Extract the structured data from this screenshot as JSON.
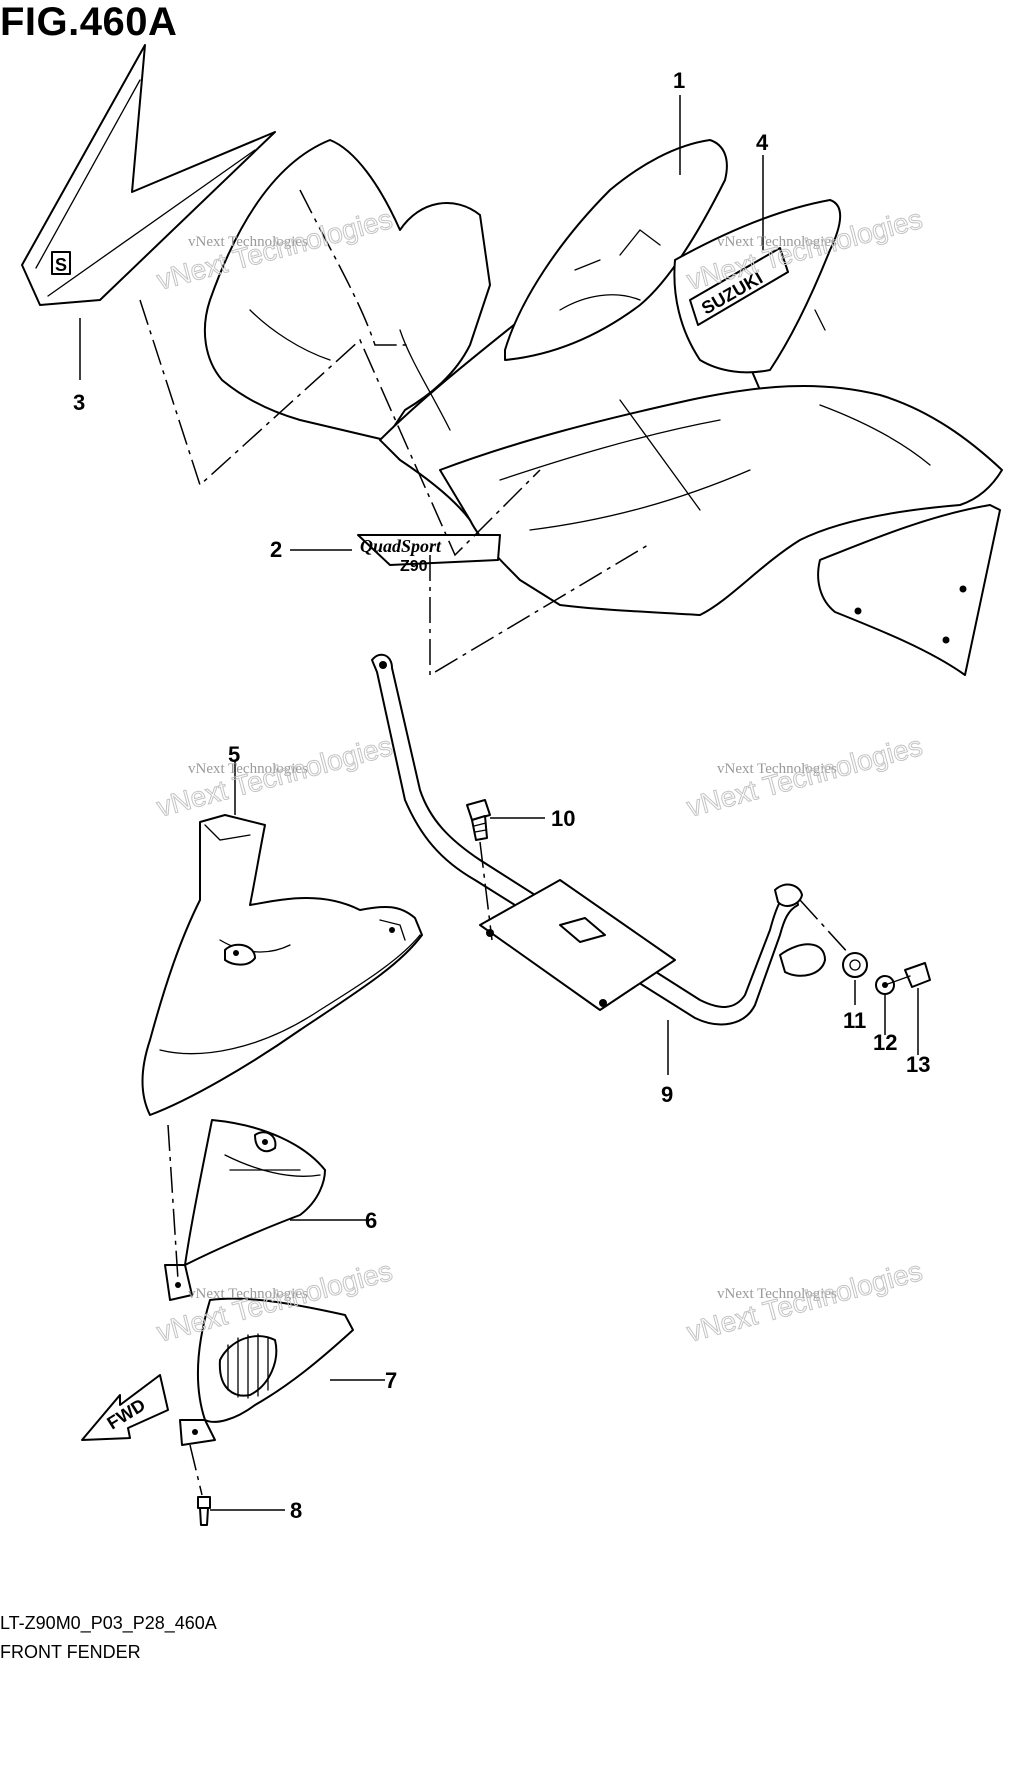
{
  "figure": {
    "title": "FIG.460A",
    "code": "LT-Z90M0_P03_P28_460A",
    "name": "FRONT FENDER"
  },
  "callouts": {
    "c1": "1",
    "c2": "2",
    "c3": "3",
    "c4": "4",
    "c5": "5",
    "c6": "6",
    "c7": "7",
    "c8": "8",
    "c9": "9",
    "c10": "10",
    "c11": "11",
    "c12": "12",
    "c13": "13"
  },
  "decals": {
    "brand": "SUZUKI",
    "model_script": "QuadSport",
    "model_number": "Z90",
    "emblem": "S"
  },
  "direction_label": "FWD",
  "watermark": {
    "small": "vNext Technologies",
    "large": "vNext Technologies"
  }
}
